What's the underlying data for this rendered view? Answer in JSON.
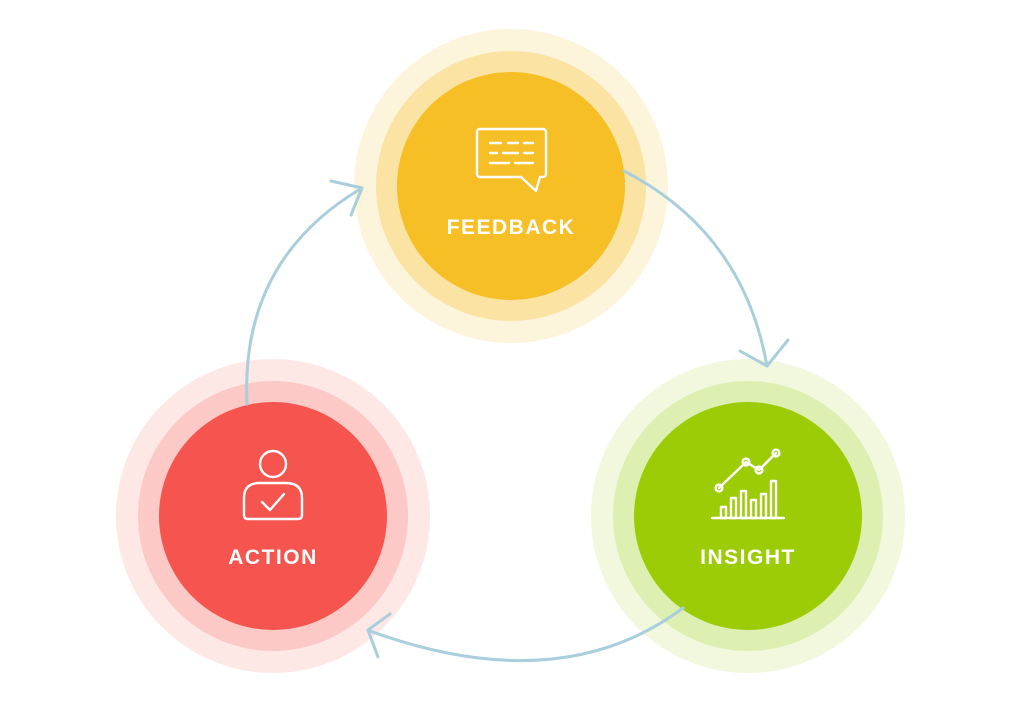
{
  "diagram": {
    "arrow_color": "#a9cedc",
    "nodes": {
      "feedback": {
        "label": "FEEDBACK",
        "icon": "speech-bubble-text-icon",
        "color": "#f7bf26",
        "halo_inner": "#fbe3a4",
        "halo_outer": "#fdf4dc"
      },
      "insight": {
        "label": "INSIGHT",
        "icon": "growth-chart-icon",
        "color": "#9ccc05",
        "halo_inner": "#deefb2",
        "halo_outer": "#f1f8de"
      },
      "action": {
        "label": "ACTION",
        "icon": "user-check-icon",
        "color": "#f5554e",
        "halo_inner": "#fcc9c6",
        "halo_outer": "#fde8e6"
      }
    }
  }
}
